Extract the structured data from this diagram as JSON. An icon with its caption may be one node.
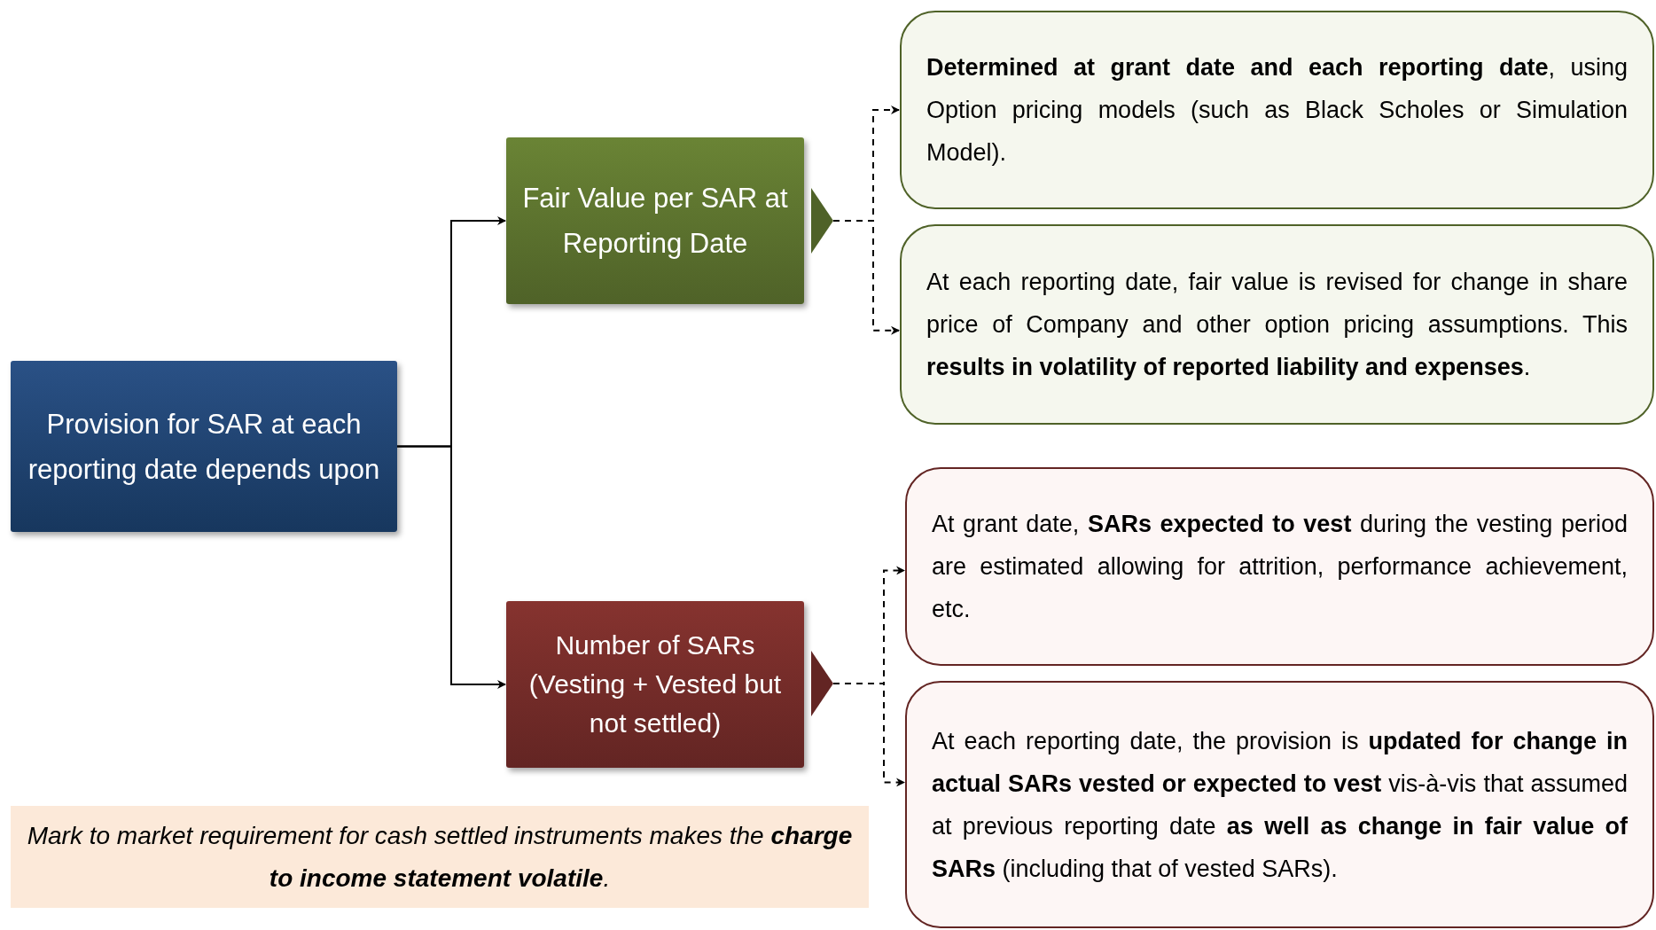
{
  "diagram": {
    "nodes": [
      {
        "text": [
          "Provision for SAR at each reporting date depends upon"
        ]
      },
      {
        "text": [
          "Fair Value per SAR at Reporting Date"
        ]
      },
      {
        "text": [],
        "shape": "triangle"
      },
      {
        "text": [
          "**Determined at grant date and each reporting date**, using Option pricing models (such as Black Scholes or Simulation Model)."
        ]
      },
      {
        "text": [
          "At each reporting date, fair value is revised for change in share price of Company and other option pricing assumptions. This **results in volatility of reported liability and expenses**."
        ]
      },
      {
        "text": [
          "Number of SARs (Vesting + Vested but not settled)"
        ]
      },
      {
        "text": [],
        "shape": "triangle"
      },
      {
        "text": [
          "At grant date, **SARs expected to vest** during the vesting period are estimated allowing for attrition, performance achievement, etc."
        ]
      },
      {
        "text": [
          "At each reporting date, the provision is **updated for change in actual SARs vested or expected to vest** vis-à-vis that assumed at previous reporting date **as well as change in fair value of SARs** (including that of vested SARs)."
        ]
      },
      {
        "text": [
          "Mark to market requirement for cash settled instruments makes the **charge to income statement volatile**."
        ]
      }
    ],
    "edges": [
      {
        "from": 0,
        "to": 1,
        "arrow": "to"
      },
      {
        "from": 0,
        "to": 5,
        "arrow": "to"
      },
      {
        "from": 2,
        "to": 3,
        "arrow": "to",
        "style": "dashed"
      },
      {
        "from": 2,
        "to": 4,
        "arrow": "to",
        "style": "dashed"
      },
      {
        "from": 6,
        "to": 7,
        "arrow": "to",
        "style": "dashed"
      },
      {
        "from": 6,
        "to": 8,
        "arrow": "to",
        "style": "dashed"
      }
    ]
  }
}
